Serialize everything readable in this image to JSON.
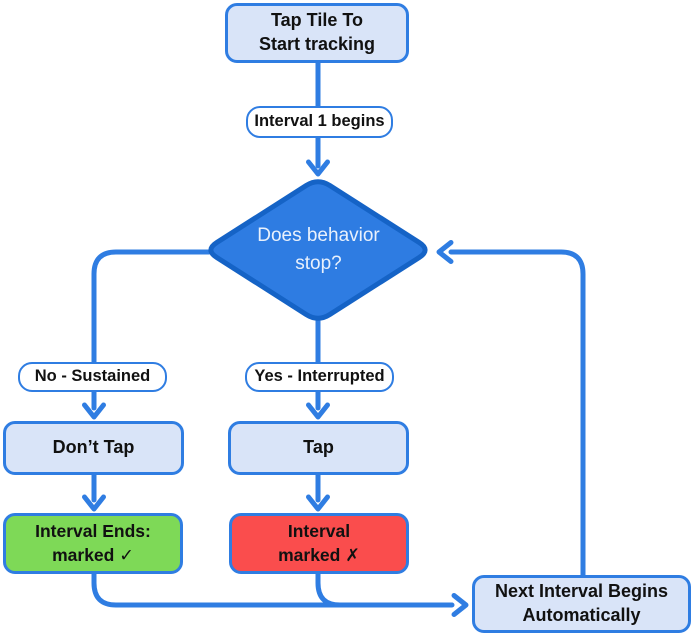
{
  "colors": {
    "canvas": "#ffffff",
    "line": "#2f7de2",
    "node-fill": "#d9e4f8",
    "node-border": "#2f7de2",
    "pill-fill": "#ffffff",
    "decision-fill": "#2e7ce2",
    "decision-border": "#1563c6",
    "decision-text": "#e9f1fc",
    "success-fill": "#7ed957",
    "danger-fill": "#fa4d4d",
    "text": "#111111"
  },
  "flowchart": {
    "start": {
      "line1": "Tap Tile To",
      "line2": "Start tracking"
    },
    "interval_begins": "Interval 1 begins",
    "decision": {
      "line1": "Does behavior",
      "line2": "stop?"
    },
    "branch_no": "No - Sustained",
    "branch_yes": "Yes - Interrupted",
    "dont_tap": "Don’t Tap",
    "tap": "Tap",
    "interval_ends": {
      "line1": "Interval Ends:",
      "line2": "marked ✓"
    },
    "interval_marked": {
      "line1": "Interval",
      "line2": "marked ✗"
    },
    "next_interval": {
      "line1": "Next Interval Begins",
      "line2": "Automatically"
    }
  }
}
